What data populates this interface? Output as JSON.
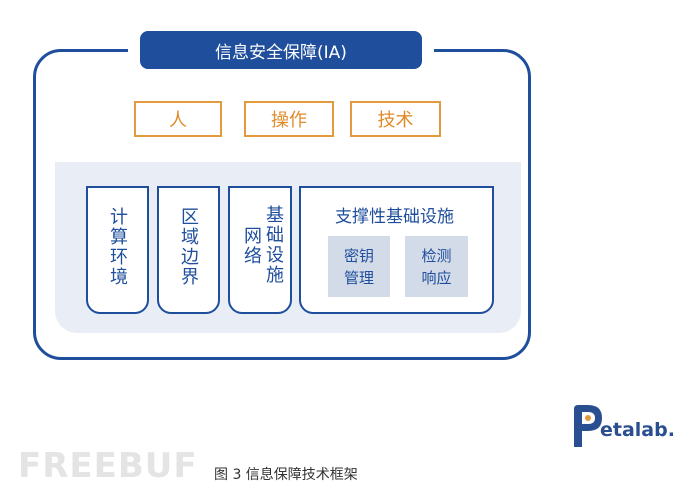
{
  "title": "信息安全保障(IA)",
  "pillars": [
    "人",
    "操作",
    "技术"
  ],
  "columns": {
    "computing_env": "计算环境",
    "enclave_boundary": "区域边界",
    "network_col1": "基础设施",
    "network_col2": "网络"
  },
  "support": {
    "title": "支撑性基础设施",
    "key_mgmt_line1": "密钥",
    "key_mgmt_line2": "管理",
    "detect_line1": "检测",
    "detect_line2": "响应"
  },
  "caption": "图 3 信息保障技术框架",
  "watermark": "FREEBUF",
  "logo": {
    "text": "etalab."
  },
  "colors": {
    "primary": "#1e4e9c",
    "accent": "#e39a3c",
    "panel": "#e9eef6",
    "gray_box": "#d4dbe8"
  }
}
